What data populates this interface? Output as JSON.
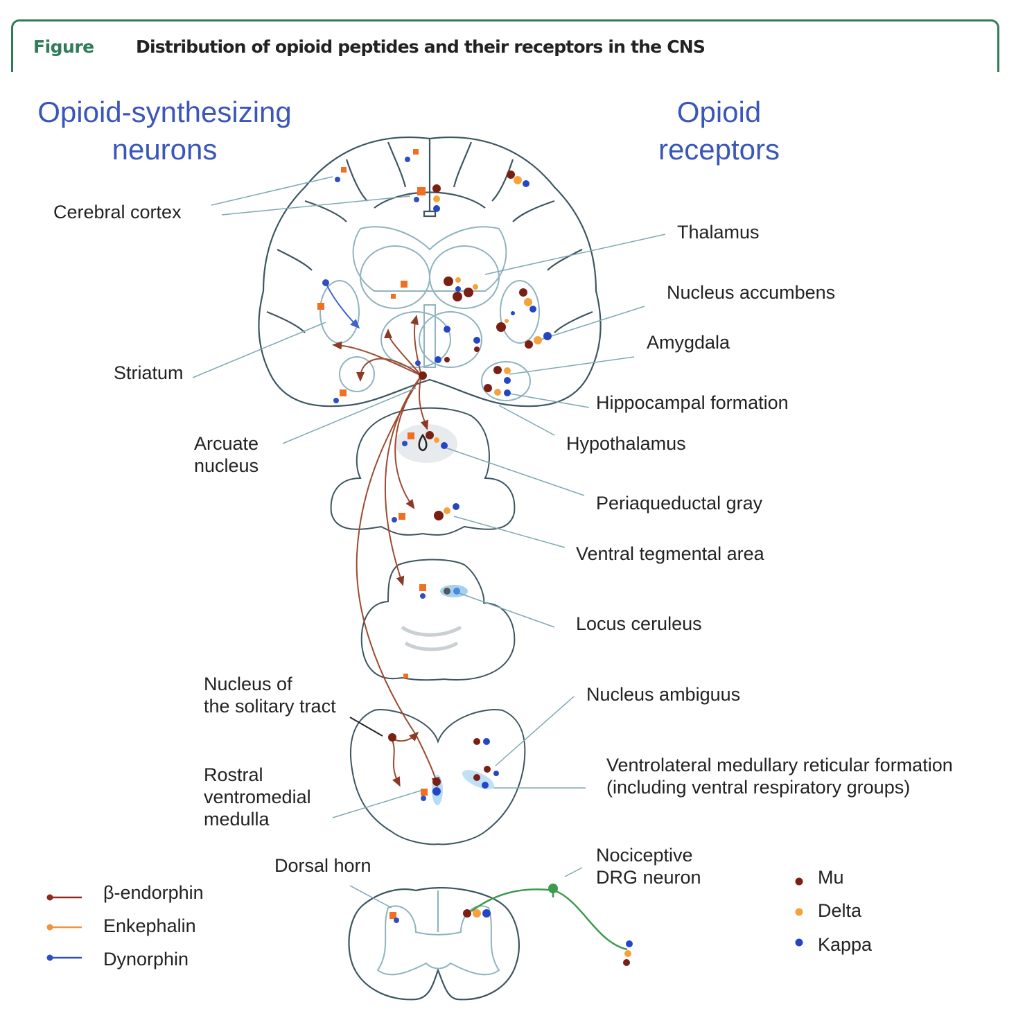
{
  "figure": {
    "label": "Figure",
    "title": "Distribution of opioid peptides and their receptors in the CNS"
  },
  "headings": {
    "left_line1": "Opioid-synthesizing",
    "left_line2": "neurons",
    "right_line1": "Opioid",
    "right_line2": "receptors"
  },
  "labels": {
    "cerebral_cortex": "Cerebral cortex",
    "striatum": "Striatum",
    "arcuate_line1": "Arcuate",
    "arcuate_line2": "nucleus",
    "nts_line1": "Nucleus of",
    "nts_line2": "the solitary tract",
    "rvm_line1": "Rostral",
    "rvm_line2": "ventromedial",
    "rvm_line3": "medulla",
    "dorsal_horn": "Dorsal horn",
    "thalamus": "Thalamus",
    "nucleus_accumbens": "Nucleus accumbens",
    "amygdala": "Amygdala",
    "hippocampal_formation": "Hippocampal formation",
    "hypothalamus": "Hypothalamus",
    "periaqueductal_gray": "Periaqueductal gray",
    "ventral_tegmental_area": "Ventral tegmental area",
    "locus_ceruleus": "Locus ceruleus",
    "nucleus_ambiguus": "Nucleus ambiguus",
    "vlm_line1": "Ventrolateral medullary reticular formation",
    "vlm_line2": "(including ventral respiratory groups)",
    "drg_line1": "Nociceptive",
    "drg_line2": "DRG neuron"
  },
  "legend_peptides": [
    {
      "name": "β-endorphin",
      "color": "#8b2a1e"
    },
    {
      "name": "Enkephalin",
      "color": "#f0943a"
    },
    {
      "name": "Dynorphin",
      "color": "#2f4fc0"
    }
  ],
  "legend_receptors": [
    {
      "name": "Mu",
      "color": "#7a1f14"
    },
    {
      "name": "Delta",
      "color": "#f5a23c"
    },
    {
      "name": "Kappa",
      "color": "#2546c4"
    }
  ],
  "colors": {
    "brand_green": "#2e7d57",
    "heading_blue": "#3a56b8",
    "outline": "#3d5560",
    "inner_outline": "#8fb3bf",
    "drg_green": "#3c9a4c"
  }
}
